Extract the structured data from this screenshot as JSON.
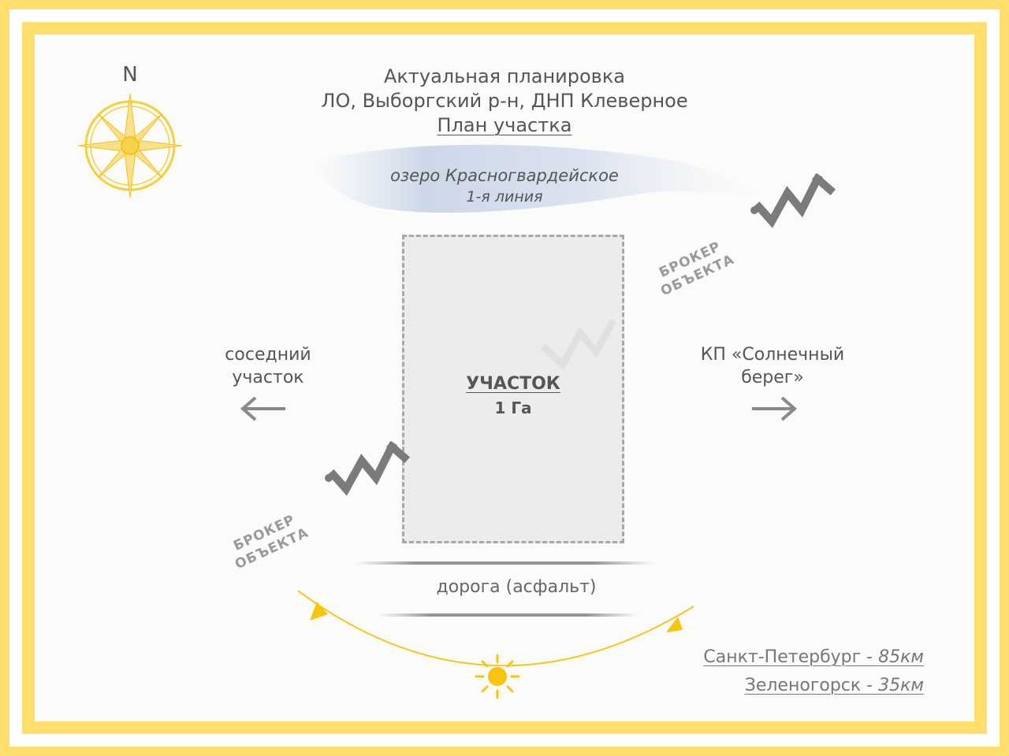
{
  "compass": {
    "label": "N",
    "icon": "compass-rose-icon"
  },
  "header": {
    "line1": "Актуальная планировка",
    "line2": "ЛО, Выборгский р-н, ДНП Клеверное",
    "line3": "План участка"
  },
  "lake": {
    "name": "озеро Красногвардейское",
    "line": "1-я линия"
  },
  "plot": {
    "title": "УЧАСТОК",
    "area": "1 Га"
  },
  "left_side": {
    "line1": "соседний",
    "line2": "участок"
  },
  "right_side": {
    "line1": "КП «Солнечный",
    "line2": "берег»"
  },
  "watermarks": [
    {
      "line1": "БРОКЕР",
      "line2": "ОБЪЕКТА"
    },
    {
      "line1": "БРОКЕР",
      "line2": "ОБЪЕКТА"
    }
  ],
  "road": {
    "label": "дорога (асфальт)"
  },
  "distances": [
    {
      "city": "Санкт-Петербург - ",
      "km": "85км"
    },
    {
      "city": "Зеленогорск - ",
      "km": "35км"
    }
  ],
  "colors": {
    "frame": "#ffde6b",
    "sun": "#f7c50e",
    "text": "#555555",
    "plot_fill": "#ececec",
    "plot_border": "#a8a8a8"
  }
}
